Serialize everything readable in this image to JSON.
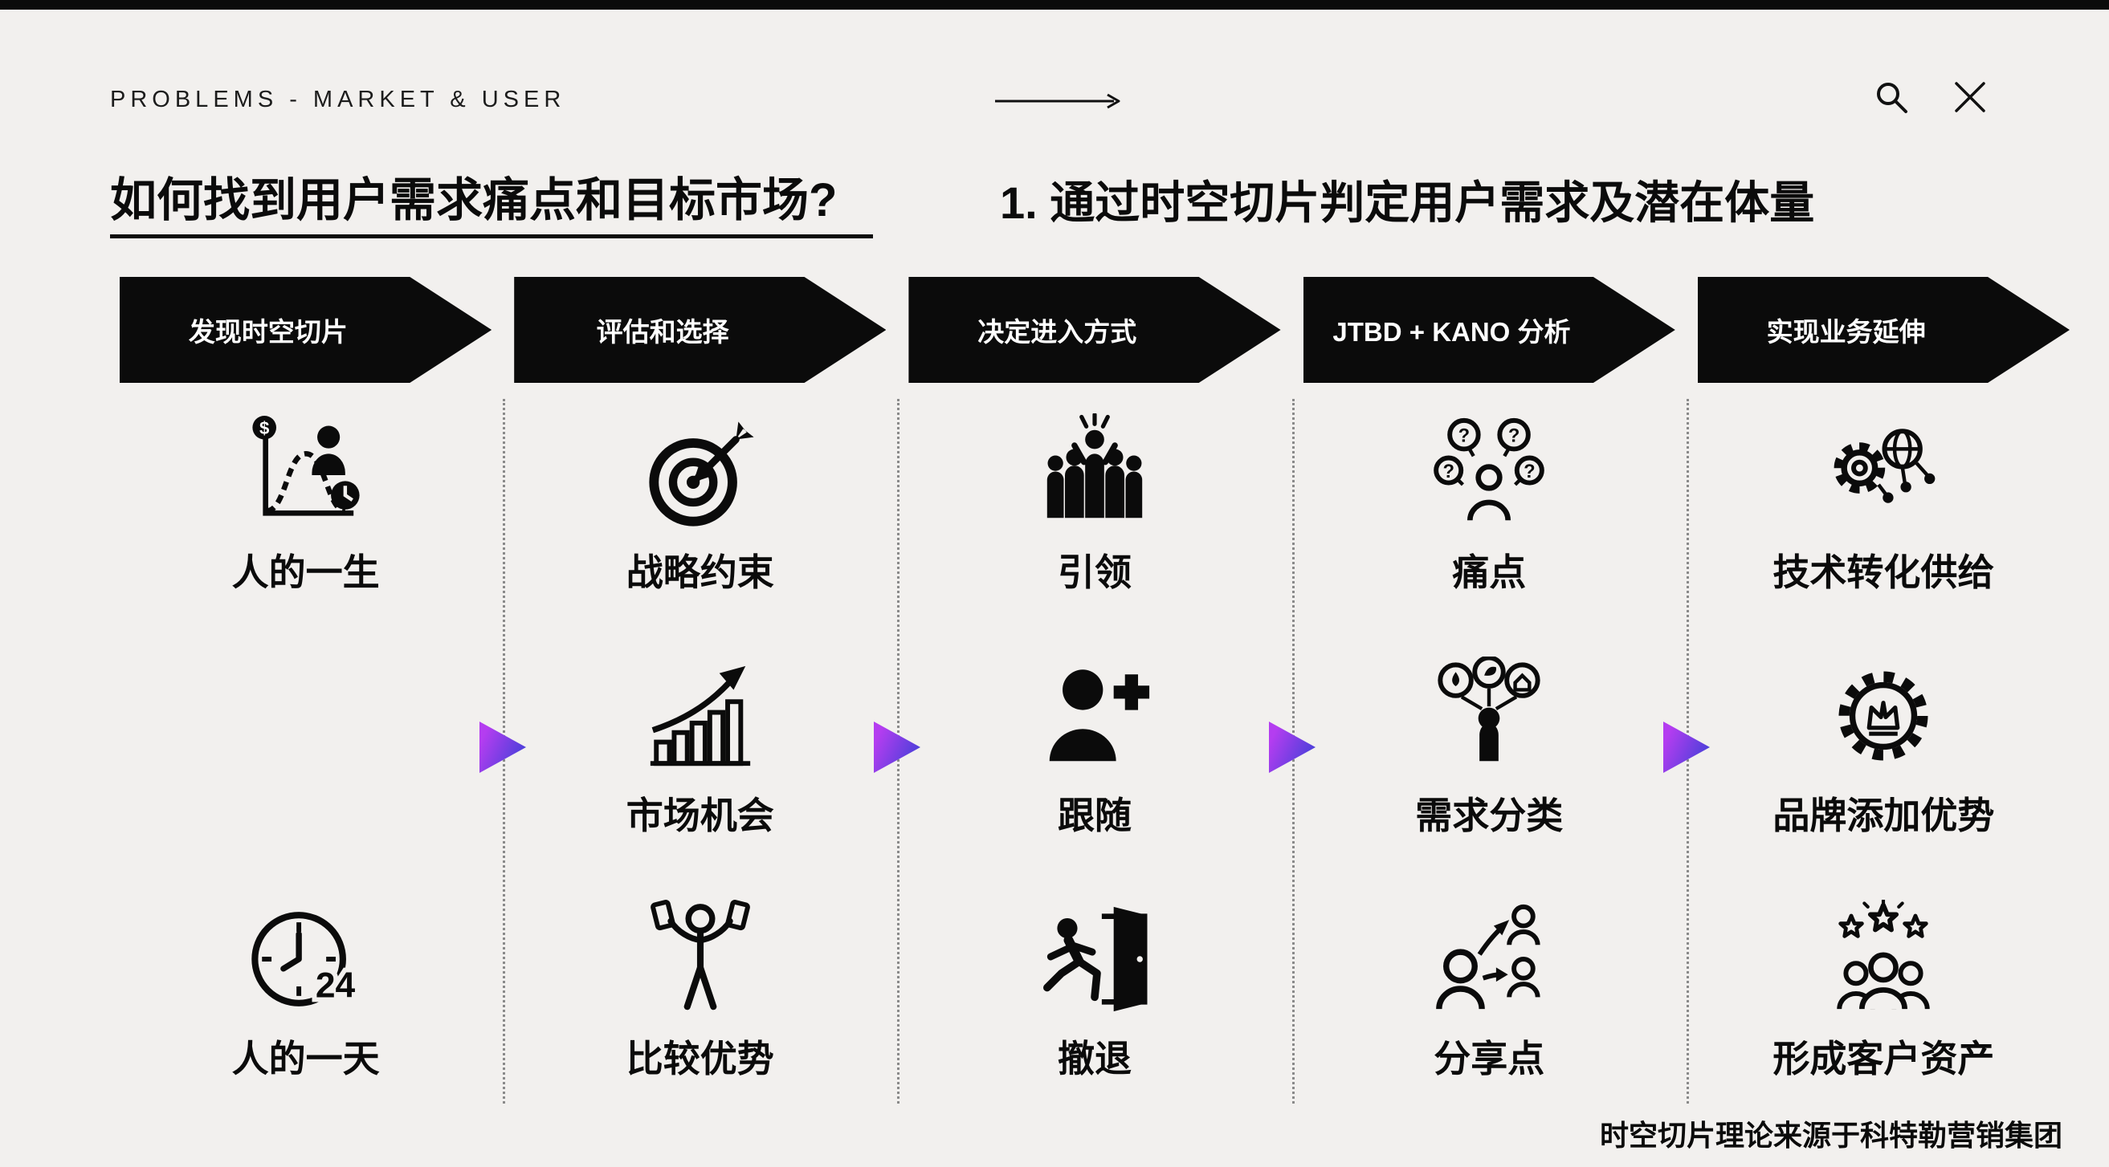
{
  "header": {
    "eyebrow": "PROBLEMS - MARKET & USER",
    "icons": [
      "flow-arrow-icon",
      "search-icon",
      "close-icon"
    ]
  },
  "titles": {
    "question": "如何找到用户需求痛点和目标市场?",
    "step": "1. 通过时空切片判定用户需求及潜在体量"
  },
  "columns": [
    {
      "banner": "发现时空切片",
      "cells": [
        {
          "icon": "lifetime-curve-icon",
          "label": "人的一生"
        },
        {
          "icon": null,
          "label": ""
        },
        {
          "icon": "clock-24-icon",
          "label": "人的一天"
        }
      ]
    },
    {
      "banner": "评估和选择",
      "cells": [
        {
          "icon": "target-dart-icon",
          "label": "战略约束"
        },
        {
          "icon": "growth-bars-icon",
          "label": "市场机会"
        },
        {
          "icon": "person-balance-icon",
          "label": "比较优势"
        }
      ]
    },
    {
      "banner": "决定进入方式",
      "cells": [
        {
          "icon": "crowd-leader-icon",
          "label": "引领"
        },
        {
          "icon": "person-plus-icon",
          "label": "跟随"
        },
        {
          "icon": "exit-door-icon",
          "label": "撤退"
        }
      ]
    },
    {
      "banner": "JTBD + KANO 分析",
      "cells": [
        {
          "icon": "question-bubbles-icon",
          "label": "痛点"
        },
        {
          "icon": "idea-categories-icon",
          "label": "需求分类"
        },
        {
          "icon": "people-sharing-icon",
          "label": "分享点"
        }
      ]
    },
    {
      "banner": "实现业务延伸",
      "cells": [
        {
          "icon": "gear-globe-network-icon",
          "label": "技术转化供给"
        },
        {
          "icon": "crown-badge-icon",
          "label": "品牌添加优势"
        },
        {
          "icon": "people-stars-icon",
          "label": "形成客户资产"
        }
      ]
    }
  ],
  "footer": {
    "credit": "时空切片理论来源于科特勒营销集团"
  },
  "colors": {
    "background": "#f2f0ee",
    "ink": "#0b0b0b",
    "banner_text": "#ffffff",
    "arrow_start": "#b43df0",
    "arrow_end": "#4340d8",
    "divider": "#8a8a8a"
  }
}
